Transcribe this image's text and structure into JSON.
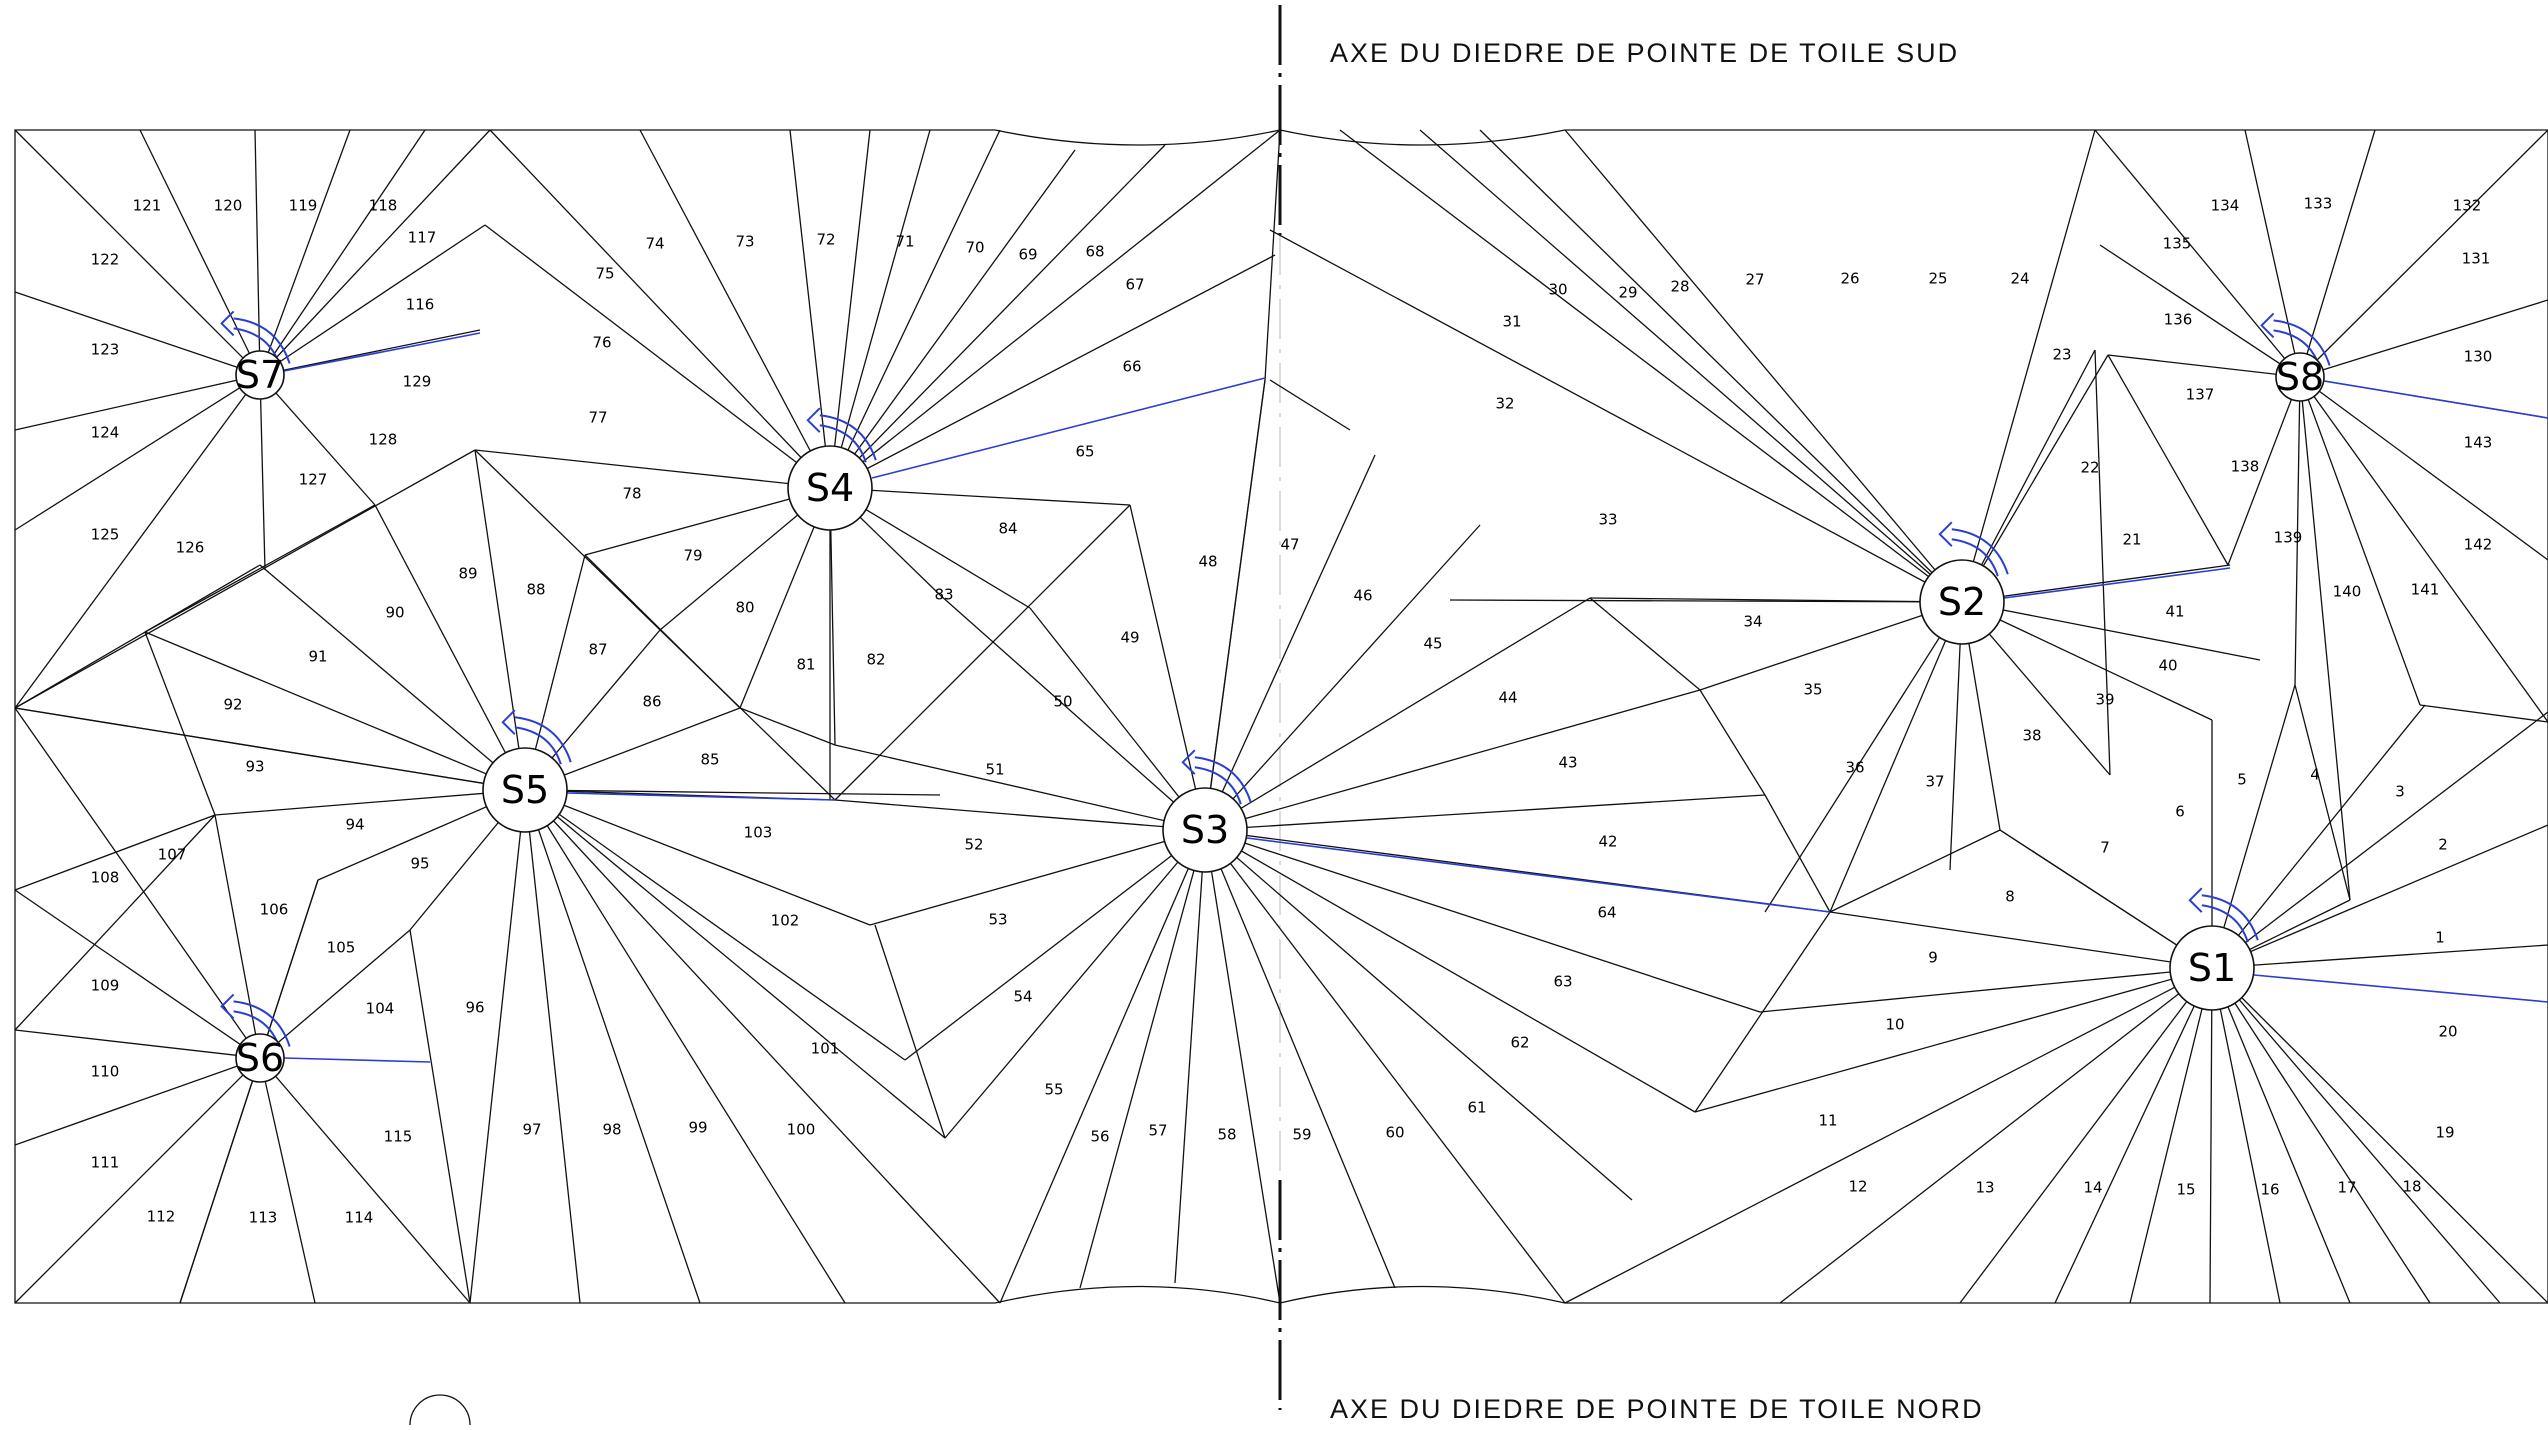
{
  "axis_labels": {
    "top": "AXE DU DIEDRE DE POINTE DE TOILE SUD",
    "bottom": "AXE DU DIEDRE DE POINTE DE TOILE NORD"
  },
  "colors": {
    "line": "#111111",
    "spring_line": "#2a3fd0",
    "background": "#ffffff"
  },
  "hubs": [
    "S1",
    "S2",
    "S3",
    "S4",
    "S5",
    "S6",
    "S7",
    "S8"
  ],
  "panels": [
    "1",
    "2",
    "3",
    "4",
    "5",
    "6",
    "7",
    "8",
    "9",
    "10",
    "11",
    "12",
    "13",
    "14",
    "15",
    "16",
    "17",
    "18",
    "19",
    "20",
    "21",
    "22",
    "23",
    "24",
    "25",
    "26",
    "27",
    "28",
    "29",
    "30",
    "31",
    "32",
    "33",
    "34",
    "35",
    "36",
    "37",
    "38",
    "39",
    "40",
    "41",
    "42",
    "43",
    "44",
    "45",
    "46",
    "47",
    "48",
    "49",
    "50",
    "51",
    "52",
    "53",
    "54",
    "55",
    "56",
    "57",
    "58",
    "59",
    "60",
    "61",
    "62",
    "63",
    "64",
    "65",
    "66",
    "67",
    "68",
    "69",
    "70",
    "71",
    "72",
    "73",
    "74",
    "75",
    "76",
    "77",
    "78",
    "79",
    "80",
    "81",
    "82",
    "83",
    "84",
    "85",
    "86",
    "87",
    "88",
    "89",
    "90",
    "91",
    "92",
    "93",
    "94",
    "95",
    "96",
    "97",
    "98",
    "99",
    "100",
    "101",
    "102",
    "103",
    "104",
    "105",
    "106",
    "107",
    "108",
    "109",
    "110",
    "111",
    "112",
    "113",
    "114",
    "115",
    "116",
    "117",
    "118",
    "119",
    "120",
    "121",
    "122",
    "123",
    "124",
    "125",
    "126",
    "127",
    "128",
    "129",
    "130",
    "131",
    "132",
    "133",
    "134",
    "135",
    "136",
    "137",
    "138",
    "139",
    "140",
    "141",
    "142",
    "143"
  ]
}
